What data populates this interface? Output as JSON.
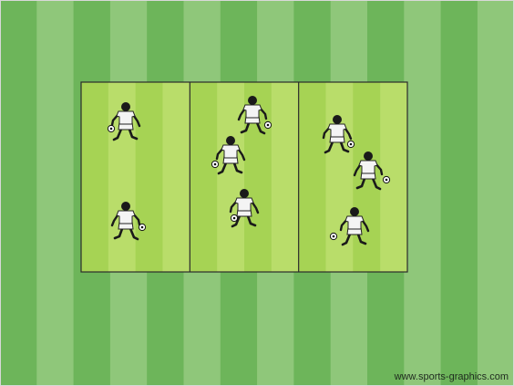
{
  "drill": {
    "grid_count": 3,
    "players_per_grid": [
      2,
      3,
      3
    ],
    "total_players": 8,
    "each_player_has_ball": true
  },
  "colors": {
    "pitch_stripe_dark": "#6db55a",
    "pitch_stripe_light": "#8fc77a",
    "grid_stripe_dark": "#a6d354",
    "grid_stripe_light": "#b9dd6a",
    "grid_line": "#2b2b2b",
    "player_shirt": "#f4f4f4",
    "player_skin": "#1a1a1a",
    "ball": "#ffffff"
  },
  "watermark": "www.sports-graphics.com"
}
